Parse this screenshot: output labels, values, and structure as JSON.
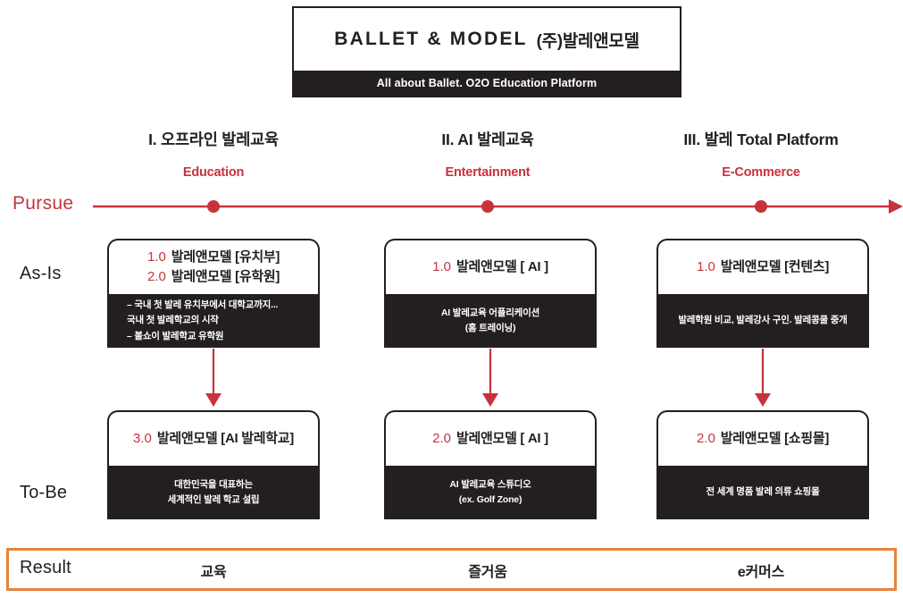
{
  "header": {
    "brand_en": "BALLET & MODEL",
    "brand_ko": "(주)발레앤모델",
    "tagline": "All about Ballet. O2O Education Platform"
  },
  "colors": {
    "accent_red": "#c8323c",
    "ink": "#231f20",
    "result_border_orange": "#e8833a",
    "background": "#ffffff"
  },
  "timeline": {
    "label": "Pursue",
    "node_count": 3
  },
  "rows": {
    "as_is_label": "As-Is",
    "to_be_label": "To-Be",
    "result_label": "Result"
  },
  "columns": [
    {
      "title": "I. 오프라인 발레교육",
      "subtitle": "Education",
      "as_is": {
        "lines": [
          {
            "version": "1.0",
            "name": "발레앤모델 [유치부]"
          },
          {
            "version": "2.0",
            "name": "발레앤모델 [유학원]"
          }
        ],
        "body": [
          "– 국내 첫 발레 유치부에서 대학교까지...",
          "   국내 첫 발레학교의 시작",
          "– 볼쇼이 발레학교 유학원"
        ]
      },
      "to_be": {
        "lines": [
          {
            "version": "3.0",
            "name": "발레앤모델 [AI 발레학교]"
          }
        ],
        "body": [
          "대한민국을 대표하는",
          "세계적인 발레 학교 설립"
        ]
      },
      "result": "교육"
    },
    {
      "title": "II. AI 발레교육",
      "subtitle": "Entertainment",
      "as_is": {
        "lines": [
          {
            "version": "1.0",
            "name": "발레앤모델 [ AI ]"
          }
        ],
        "body": [
          "AI 발레교육 어플리케이션",
          "(홈 트레이닝)"
        ]
      },
      "to_be": {
        "lines": [
          {
            "version": "2.0",
            "name": "발레앤모델 [ AI ]"
          }
        ],
        "body": [
          "AI 발레교육 스튜디오",
          "(ex. Golf Zone)"
        ]
      },
      "result": "즐거움"
    },
    {
      "title": "III. 발레 Total Platform",
      "subtitle": "E-Commerce",
      "as_is": {
        "lines": [
          {
            "version": "1.0",
            "name": "발레앤모델 [컨텐츠]"
          }
        ],
        "body": [
          "발레학원 비교, 발레강사 구인. 발레콩쿨 중개"
        ]
      },
      "to_be": {
        "lines": [
          {
            "version": "2.0",
            "name": "발레앤모델 [쇼핑몰]"
          }
        ],
        "body": [
          "전 세계 명품 발레 의류 쇼핑몰"
        ]
      },
      "result": "e커머스"
    }
  ]
}
